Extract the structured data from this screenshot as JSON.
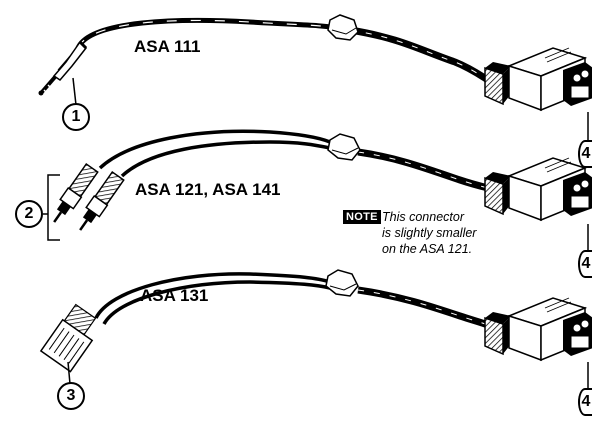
{
  "labels": {
    "asa111": "ASA 111",
    "asa121_141": "ASA 121, ASA 141",
    "asa131": "ASA 131"
  },
  "callouts": {
    "c1": "1",
    "c2": "2",
    "c3": "3",
    "c4": "4"
  },
  "note": {
    "badge": "NOTE",
    "line1": "This connector",
    "line2": "is slightly smaller",
    "line3": "on the ASA 121."
  }
}
